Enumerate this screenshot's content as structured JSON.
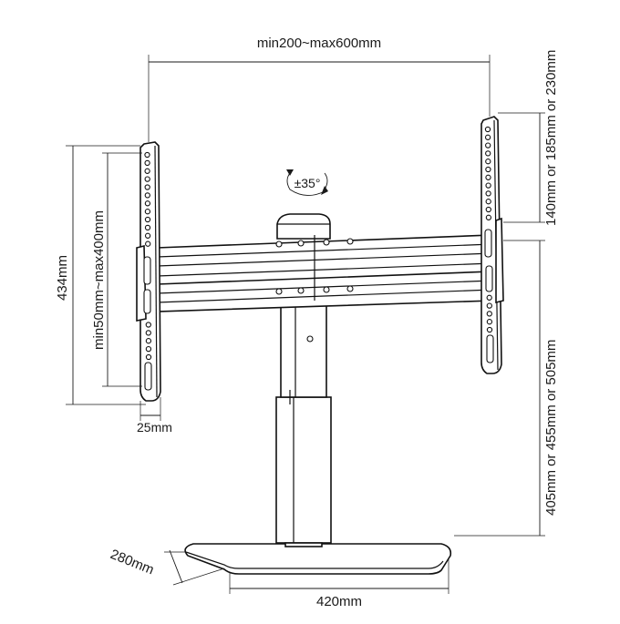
{
  "labels": {
    "vesa_width": "min200~max600mm",
    "bracket_offset": "140mm or 185mm or 230mm",
    "rotation": "±35°",
    "total_height": "434mm",
    "vesa_height": "min50mm~max400mm",
    "depth_profile": "25mm",
    "pillar_height": "405mm or 455mm or 505mm",
    "base_depth": "280mm",
    "base_width": "420mm"
  },
  "colors": {
    "line": "#1a1a1a",
    "background": "#ffffff"
  },
  "icons": {
    "rotation": "rotation-arrow-icon"
  }
}
